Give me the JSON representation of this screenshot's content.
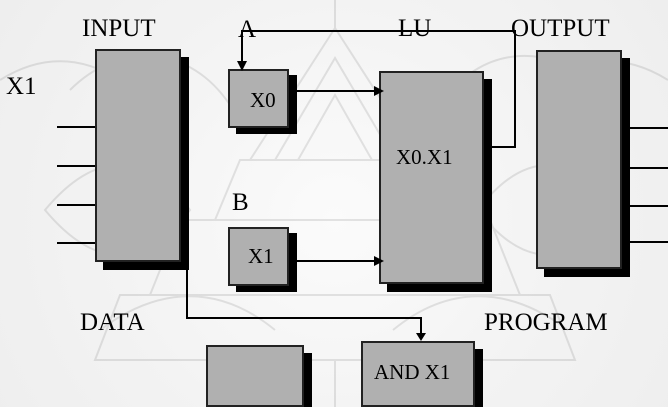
{
  "labels": {
    "input": "INPUT",
    "a": "A",
    "lu": "LU",
    "output": "OUTPUT",
    "x1_input": "X1",
    "b": "B",
    "data": "DATA",
    "program": "PROGRAM"
  },
  "boxes": {
    "register_a": "X0",
    "register_b": "X1",
    "logic_unit": "X0.X1",
    "program_instruction": "AND X1"
  }
}
